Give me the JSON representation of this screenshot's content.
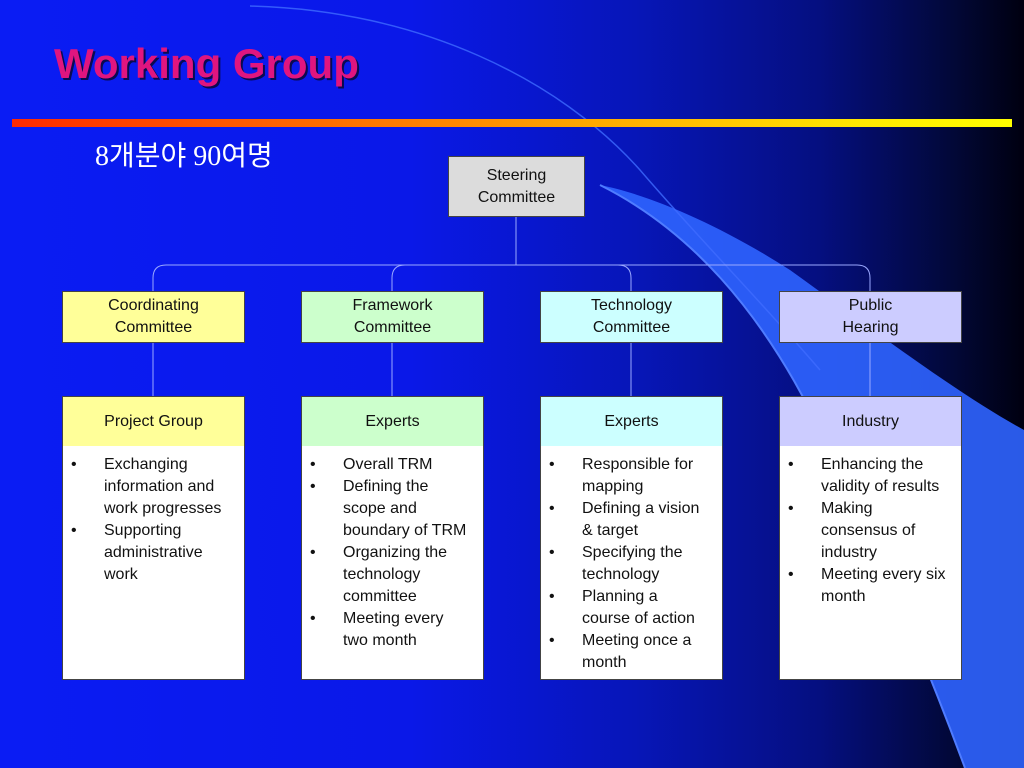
{
  "slide": {
    "title": "Working Group",
    "subtitle": "8개분야 90여명"
  },
  "chart_data": {
    "type": "org-chart",
    "root": "Steering Committee",
    "branches": [
      {
        "committee": "Coordinating Committee",
        "group": "Project Group",
        "items": [
          "Exchanging information and work progresses",
          "Supporting administrative work"
        ],
        "color": "#ffff99"
      },
      {
        "committee": "Framework Committee",
        "group": "Experts",
        "items": [
          "Overall TRM",
          "Defining the scope and boundary of TRM",
          "Organizing the technology committee",
          "Meeting every two month"
        ],
        "color": "#ccffcc"
      },
      {
        "committee": "Technology Committee",
        "group": "Experts",
        "items": [
          "Responsible for mapping",
          "Defining a vision & target",
          "Specifying the technology",
          "Planning a course of action",
          "Meeting once a month"
        ],
        "color": "#ccffff"
      },
      {
        "committee": "Public Hearing",
        "group": "Industry",
        "items": [
          "Enhancing the validity of results",
          "Making consensus of industry",
          "Meeting every six month"
        ],
        "color": "#ccccff"
      }
    ]
  },
  "display": {
    "steering": "Steering\nCommittee",
    "committees": [
      "Coordinating\nCommittee",
      "Framework\nCommittee",
      "Technology\nCommittee",
      "Public\nHearing"
    ],
    "groups": [
      "Project Group",
      "Experts",
      "Experts",
      "Industry"
    ],
    "details": [
      [
        "Exchanging\ninformation and\nwork progresses",
        "Supporting\nadministrative\nwork"
      ],
      [
        "Overall TRM",
        "Defining the\nscope and\nboundary of TRM",
        "Organizing the\ntechnology\ncommittee",
        "Meeting every\ntwo month"
      ],
      [
        "Responsible for\nmapping",
        "Defining a vision\n& target",
        "Specifying the\ntechnology",
        "Planning a\ncourse of action",
        "Meeting once a\nmonth"
      ],
      [
        "Enhancing the\nvalidity of results",
        "Making\nconsensus of\nindustry",
        "Meeting every six\nmonth"
      ]
    ],
    "bullet": "•"
  },
  "colors": {
    "title": "#e0157f",
    "background_start": "#0a1cf4",
    "background_end": "#000010",
    "swoosh": "#2f64ff",
    "connector": "#9aa8ff"
  }
}
